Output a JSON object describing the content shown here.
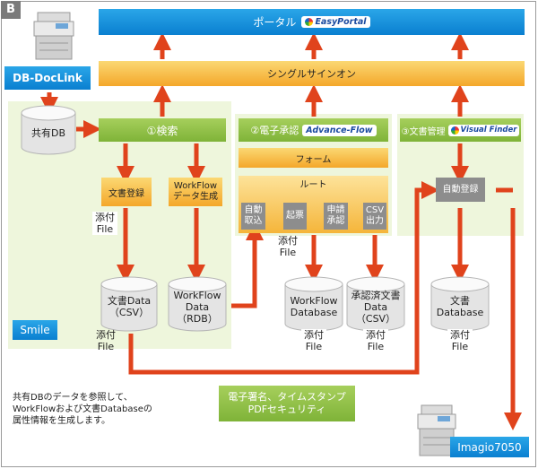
{
  "corner_label": "B",
  "portal": {
    "label": "ポータル",
    "logo": "EasyPortal"
  },
  "sso": {
    "label": "シングルサインオン"
  },
  "db_doclink": {
    "label": "DB-DocLink"
  },
  "shared_db": {
    "label": "共有DB"
  },
  "search": {
    "label": "①検索"
  },
  "approval": {
    "label": "②電子承認",
    "logo": "Advance-Flow"
  },
  "docmgmt": {
    "label": "③文書管理",
    "logo": "Visual Finder"
  },
  "form": {
    "label": "フォーム"
  },
  "route": {
    "label": "ルート",
    "steps": [
      {
        "label": "自動\n取込"
      },
      {
        "label": "起票"
      },
      {
        "label": "申請\n承認"
      },
      {
        "label": "CSV\n出力"
      }
    ]
  },
  "doc_register": {
    "label": "文書登録"
  },
  "workflow_gen": {
    "label": "WorkFlow\nデータ生成"
  },
  "auto_register": {
    "label": "自動登録"
  },
  "attach": {
    "label": "添付\nFile"
  },
  "dbs": {
    "doc_csv": "文書Data\n（CSV）",
    "workflow_rdb": "WorkFlow\nData（RDB）",
    "workflow_db": "WorkFlow\nDatabase",
    "approved_csv": "承認済文書\nData（CSV）",
    "doc_db": "文書\nDatabase"
  },
  "smile": {
    "label": "Smile"
  },
  "security": {
    "label": "電子署名、タイムスタンプ\nPDFセキュリティ"
  },
  "note": {
    "text": "共有DBのデータを参照して、\nWorkFlowおよび文書Databaseの\n属性情報を生成します。"
  },
  "imagio": {
    "label": "Imagio7050"
  },
  "colors": {
    "arrow": "#e0431c",
    "blue": "#1e90dc",
    "green": "#8fc04a",
    "panel": "#eef6dc",
    "step": "#8d8d8d"
  }
}
